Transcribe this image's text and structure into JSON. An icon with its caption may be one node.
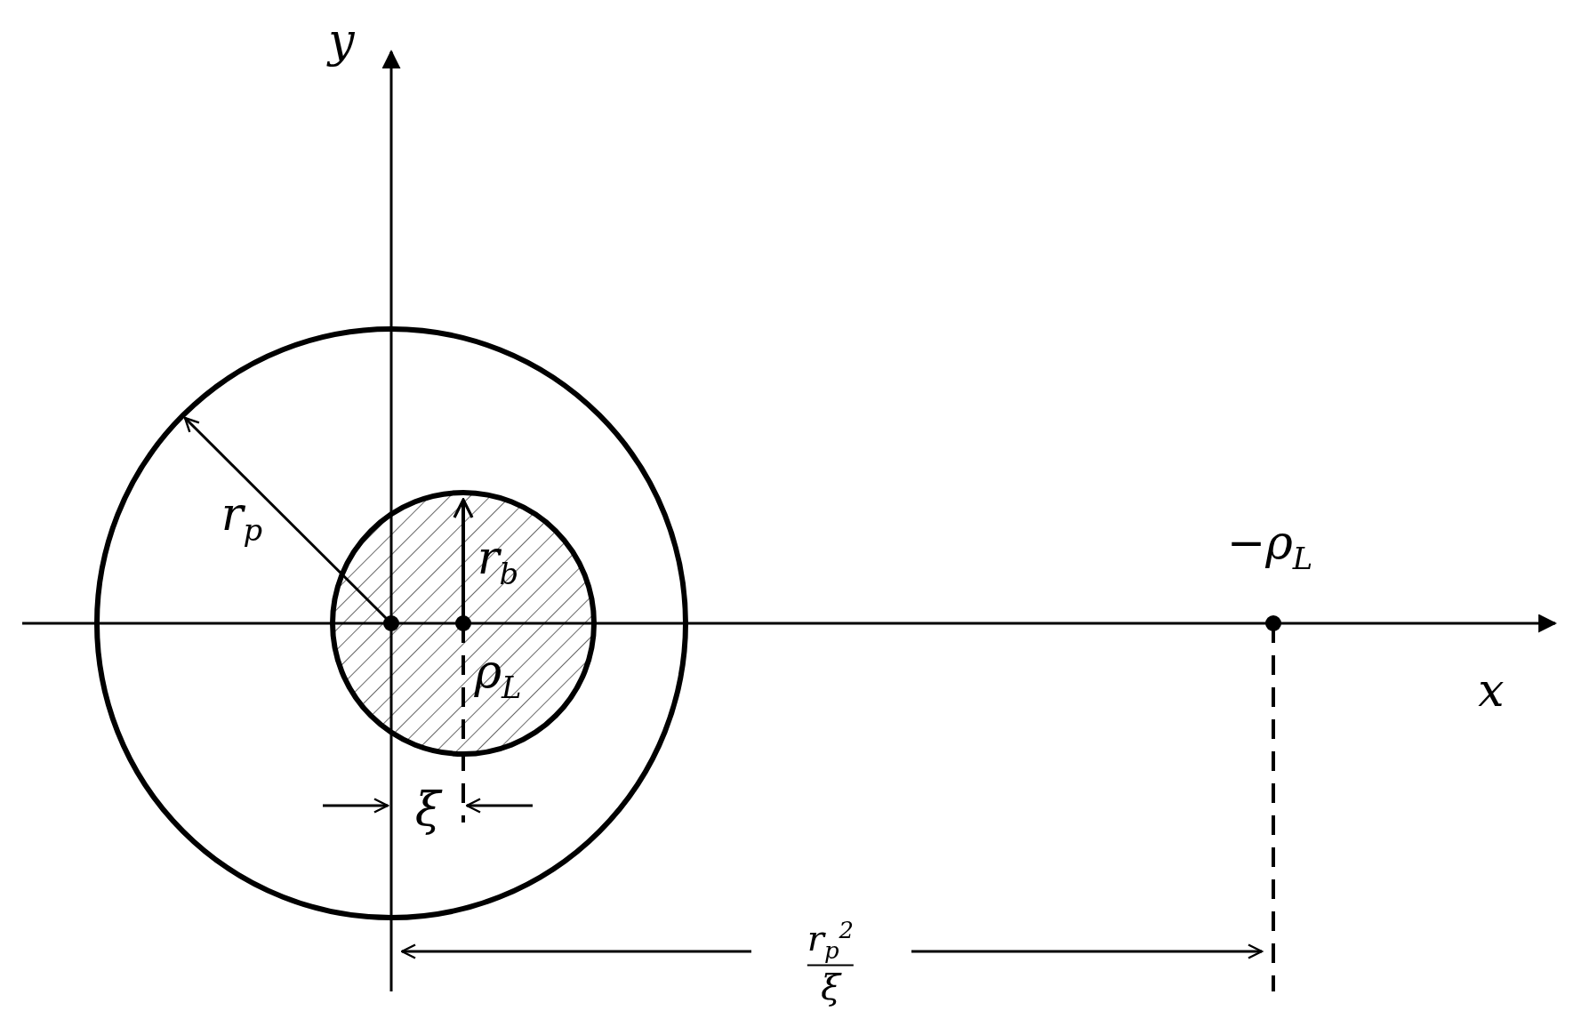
{
  "diagram": {
    "labels": [
      "y",
      "r$_{p}$",
      "r$_{b}$",
      "−ρ$_{L}$",
      "ρ$_{L}$",
      "x",
      "ξ",
      "r$_{p}$$^{2}$/ξ"
    ]
  }
}
